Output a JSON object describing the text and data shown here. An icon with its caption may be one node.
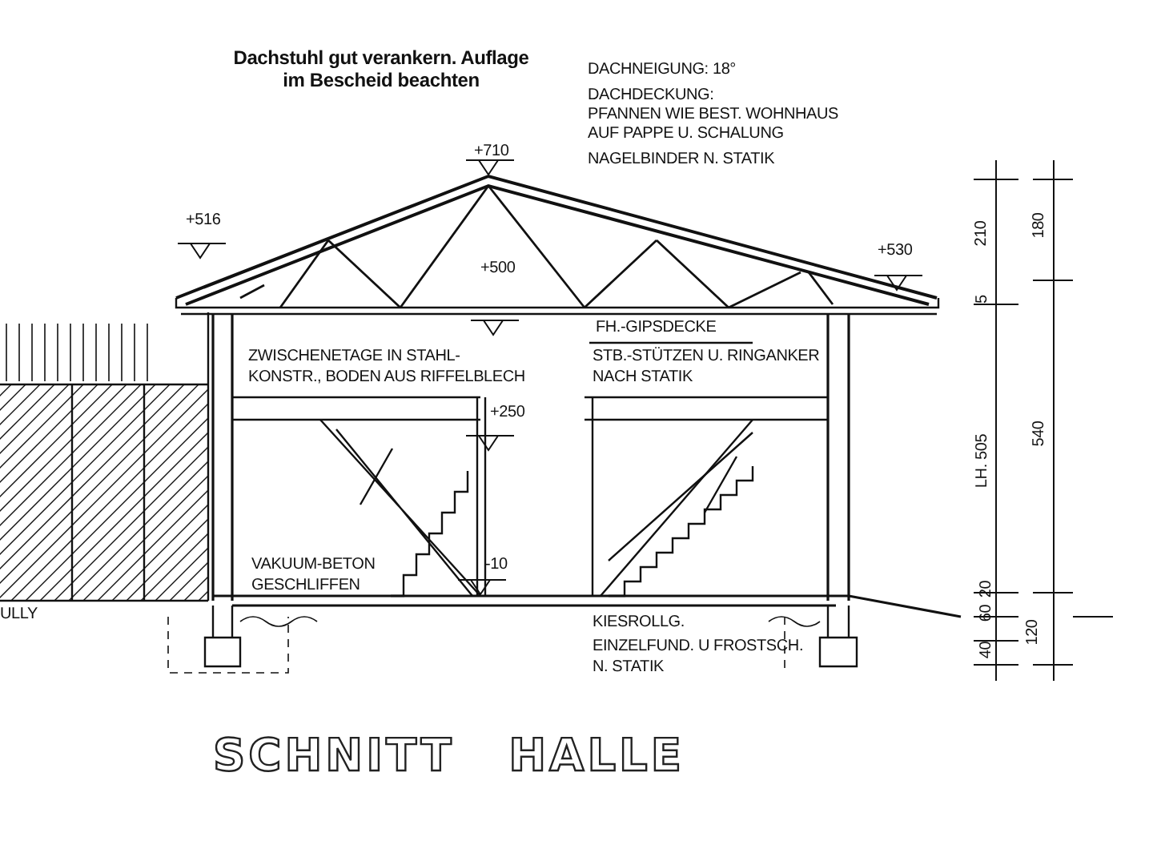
{
  "diagram": {
    "title": "SCHNITT HALLE",
    "labels": [
      "Dachstuhl gut verankern. Auflage im Bescheid beachten",
      "DACHNEIGUNG:  18°",
      "DACHDECKUNG:",
      "PFANNEN WIE BEST. WOHNHAUS",
      "AUF PAPPE U. SCHALUNG",
      "NAGELBINDER N. STATIK",
      "+710",
      "+516",
      "+530",
      "+500",
      "FH.-GIPSDECKE",
      "ZWISCHENETAGE IN STAHL-",
      "KONSTR., BODEN AUS RIFFELBLECH",
      "STB.-STÜTZEN U. RINGANKER",
      "NACH STATIK",
      "+250",
      "VAKUUM-BETON",
      "GESCHLIFFEN",
      "-10",
      "ULLY",
      "KIESROLLG.",
      "EINZELFUND. U FROSTSCH.",
      "N. STATIK",
      "210",
      "180",
      "5",
      "LH. 505",
      "540",
      "20",
      "60",
      "40",
      "120"
    ]
  }
}
